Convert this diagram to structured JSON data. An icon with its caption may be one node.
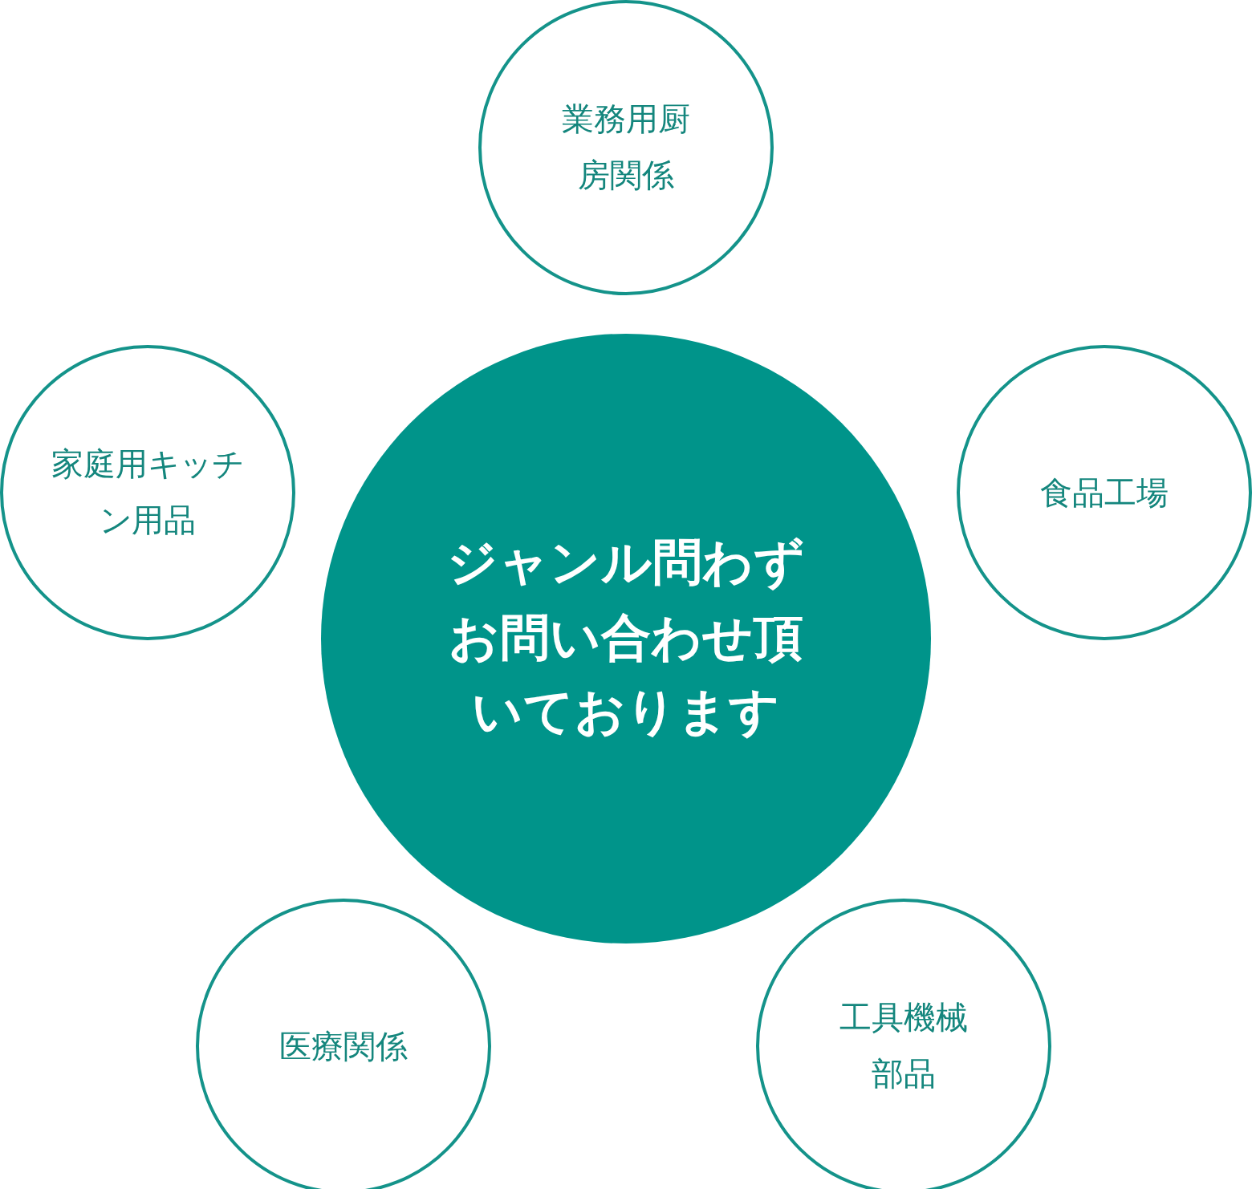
{
  "diagram": {
    "nodes": [
      {
        "text": [
          "ジャンル問わずお問い合わせ頂いております"
        ]
      },
      {
        "text": [
          "業務用厨房関係"
        ]
      },
      {
        "text": [
          "家庭用キッチン用品"
        ]
      },
      {
        "text": [
          "食品工場"
        ]
      },
      {
        "text": [
          "医療関係"
        ]
      },
      {
        "text": [
          "工具機械部品"
        ]
      }
    ]
  }
}
